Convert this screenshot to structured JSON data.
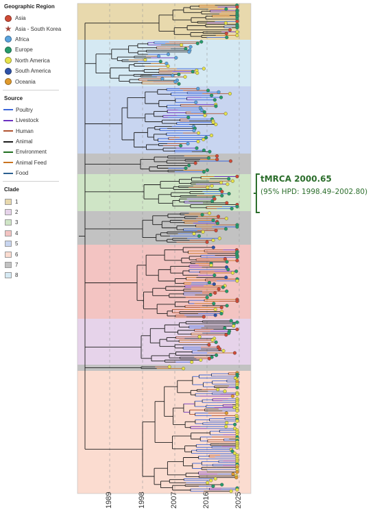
{
  "legend": {
    "region_title": "Geographic Region",
    "regions": [
      {
        "label": "Asia",
        "color": "#cf4a36",
        "icon": "circle"
      },
      {
        "label": "Asia - South Korea",
        "color": "#a0453a",
        "icon": "star"
      },
      {
        "label": "Africa",
        "color": "#5aa3df",
        "icon": "circle"
      },
      {
        "label": "Europe",
        "color": "#269b6b",
        "icon": "circle"
      },
      {
        "label": "North America",
        "color": "#e6e24a",
        "icon": "circle"
      },
      {
        "label": "South America",
        "color": "#2e52a8",
        "icon": "circle"
      },
      {
        "label": "Oceania",
        "color": "#e09a2c",
        "icon": "circle"
      }
    ],
    "source_title": "Source",
    "sources": [
      {
        "label": "Poultry",
        "color": "#3a66d9"
      },
      {
        "label": "Livestock",
        "color": "#6a2fc0"
      },
      {
        "label": "Human",
        "color": "#b0522e"
      },
      {
        "label": "Animal",
        "color": "#1a1a1a"
      },
      {
        "label": "Environment",
        "color": "#1e6e1e"
      },
      {
        "label": "Animal Feed",
        "color": "#c9731f"
      },
      {
        "label": "Food",
        "color": "#2a5f8f"
      }
    ],
    "clade_title": "Clade",
    "clades": [
      {
        "label": "1",
        "color": "#e8d9ad"
      },
      {
        "label": "2",
        "color": "#e6d3ea"
      },
      {
        "label": "3",
        "color": "#cfe5c6"
      },
      {
        "label": "4",
        "color": "#f3c4c2"
      },
      {
        "label": "5",
        "color": "#c8d5f0"
      },
      {
        "label": "6",
        "color": "#fbdcd0"
      },
      {
        "label": "7",
        "color": "#c2c2c2"
      },
      {
        "label": "8",
        "color": "#d5e9f3"
      }
    ]
  },
  "timeline": {
    "years": [
      "1989",
      "1998",
      "2007",
      "2016",
      "2025"
    ]
  },
  "annotation": {
    "tmrca": "tMRCA 2000.65",
    "hpd": "(95% HPD: 1998.49–2002.80)",
    "color": "#2c6e2c"
  },
  "bands": [
    {
      "clade": "1"
    },
    {
      "clade": "8"
    },
    {
      "clade": "5"
    },
    {
      "clade": "7"
    },
    {
      "clade": "3"
    },
    {
      "clade": "7"
    },
    {
      "clade": "4"
    },
    {
      "clade": "2"
    },
    {
      "clade": "7"
    },
    {
      "clade": "6"
    }
  ]
}
